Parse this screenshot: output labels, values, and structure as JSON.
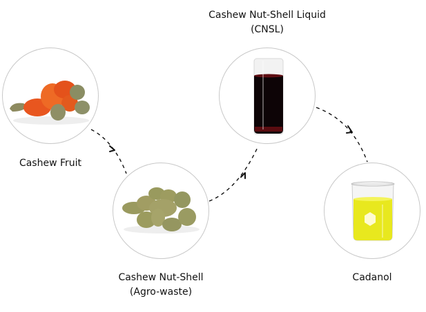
{
  "diagram": {
    "type": "process-flow",
    "nodes": [
      {
        "id": "fruit",
        "label": "Cashew Fruit",
        "sublabel": "",
        "image": "cashew-fruit"
      },
      {
        "id": "nutshell",
        "label": "Cashew Nut-Shell",
        "sublabel": "(Agro-waste)",
        "image": "cashew-nut-shells"
      },
      {
        "id": "cnsl",
        "label": "Cashew Nut-Shell Liquid",
        "sublabel": "(CNSL)",
        "image": "glass-of-dark-liquid"
      },
      {
        "id": "cadanol",
        "label": "Cadanol",
        "sublabel": "",
        "image": "beaker-of-yellow-liquid"
      }
    ],
    "edges": [
      {
        "from": "fruit",
        "to": "nutshell",
        "style": "dashed-arrow"
      },
      {
        "from": "nutshell",
        "to": "cnsl",
        "style": "dashed-arrow"
      },
      {
        "from": "cnsl",
        "to": "cadanol",
        "style": "dashed-arrow"
      }
    ]
  }
}
